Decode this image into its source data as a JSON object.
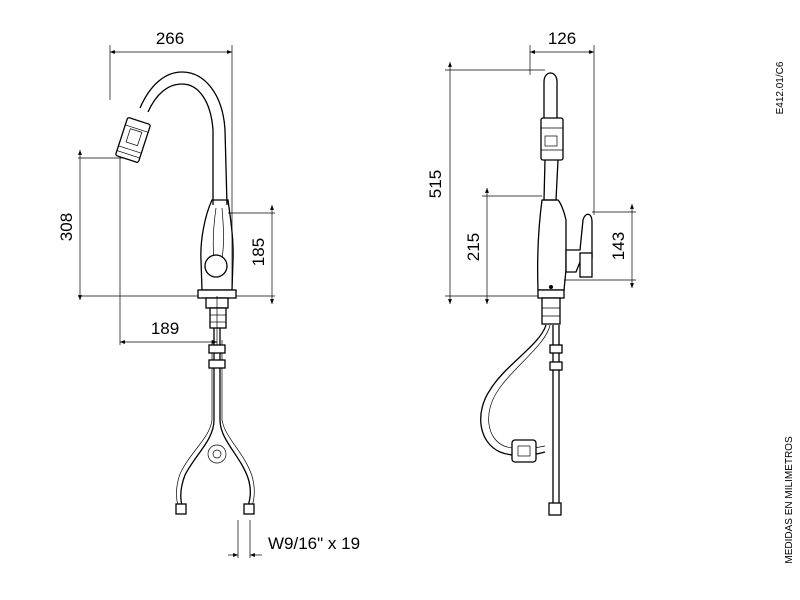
{
  "drawing": {
    "code": "E412.01/C6",
    "units_note": "MEDIDAS EN MILIMETROS",
    "front_view": {
      "width_top": "266",
      "height_spout": "308",
      "height_handle": "185",
      "reach": "189"
    },
    "side_view": {
      "width_top": "126",
      "total_height": "515",
      "body_height": "215",
      "handle_height": "143"
    },
    "connection": "W9/16\" x 19"
  }
}
